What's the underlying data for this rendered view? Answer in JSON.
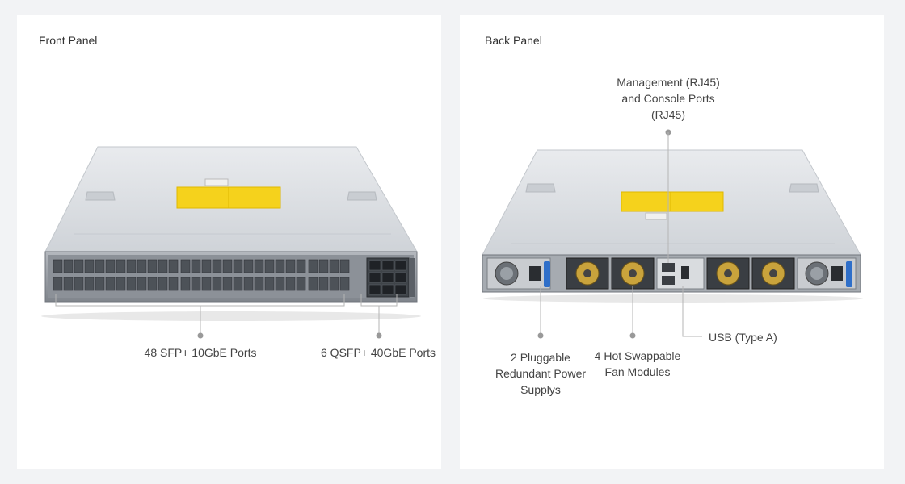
{
  "front": {
    "title": "Front Panel",
    "labels": {
      "sfp": "48 SFP+ 10GbE Ports",
      "qsfp": "6 QSFP+ 40GbE Ports"
    }
  },
  "back": {
    "title": "Back Panel",
    "labels": {
      "mgmt": "Management (RJ45)\nand Console Ports\n(RJ45)",
      "psu": "2 Pluggable\nRedundant Power\nSupplys",
      "fans": "4 Hot Swappable\nFan Modules",
      "usb": "USB (Type A)"
    }
  },
  "colors": {
    "chassis_top": "#dfe2e6",
    "chassis_front": "#9ea3aa",
    "warning_label": "#f5d21c",
    "callout_line": "#b5b5b5",
    "callout_dot": "#999999",
    "handle_blue": "#2f6fc9"
  }
}
